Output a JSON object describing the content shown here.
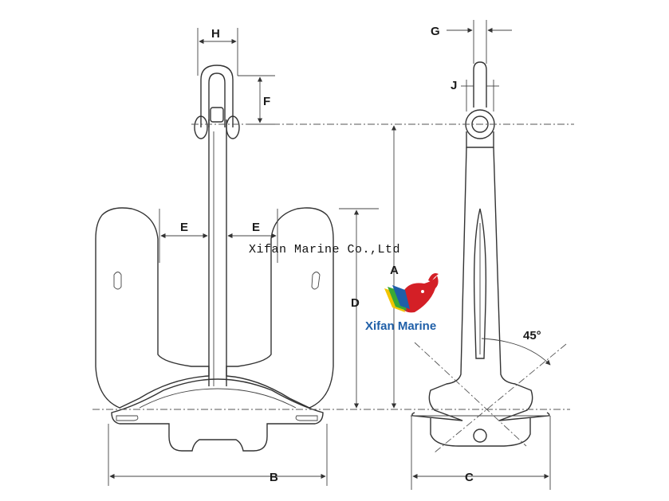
{
  "labels": {
    "A": "A",
    "B": "B",
    "C": "C",
    "D": "D",
    "E_left": "E",
    "E_right": "E",
    "F": "F",
    "G": "G",
    "H": "H",
    "J": "J"
  },
  "angle_label": "45°",
  "watermark": "Xifan Marine Co.,Ltd",
  "brand": {
    "name": "Xifan Marine",
    "name_color": "#1f5fa8",
    "logo_colors": {
      "whale": "#d41f26",
      "stripe_green": "#3aa935",
      "stripe_blue": "#1f5fa8",
      "stripe_yellow": "#f2c500"
    }
  }
}
